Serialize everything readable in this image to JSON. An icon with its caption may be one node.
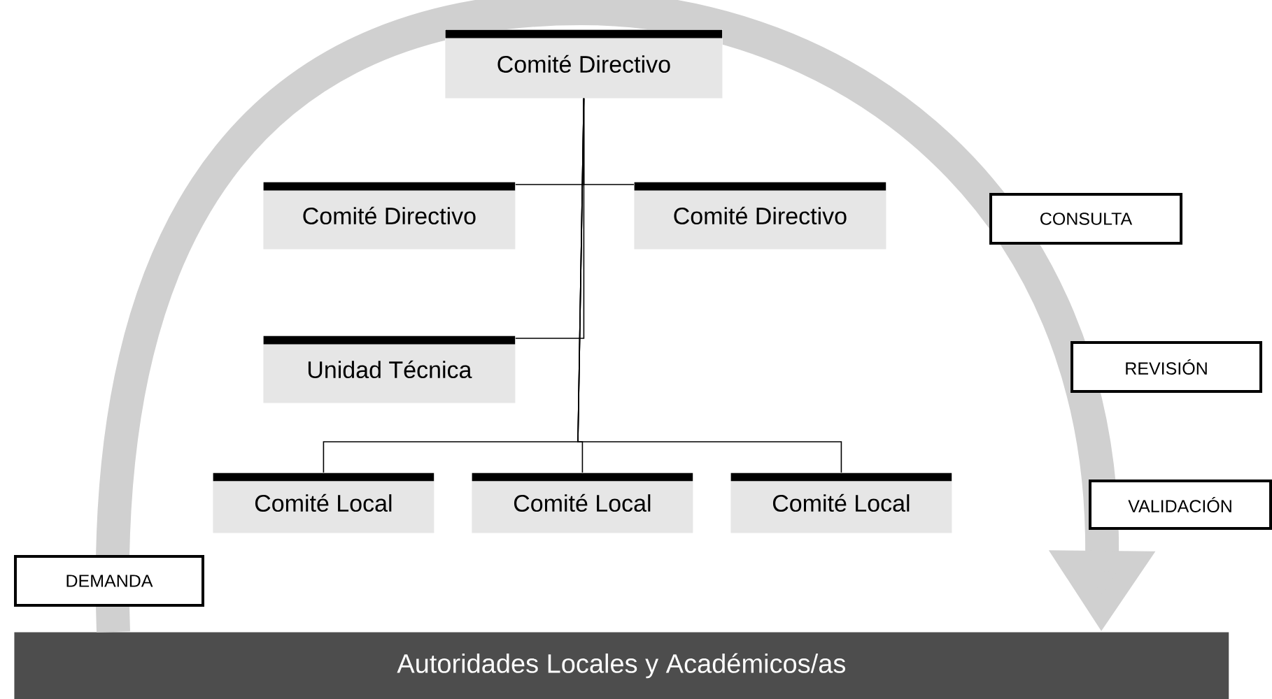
{
  "diagram": {
    "nodes": [
      {
        "text": [
          "Comité Directivo"
        ]
      },
      {
        "text": [
          "Comité Directivo"
        ]
      },
      {
        "text": [
          "Comité Directivo"
        ]
      },
      {
        "text": [
          "Unidad Técnica"
        ]
      },
      {
        "text": [
          "Comité Local"
        ]
      },
      {
        "text": [
          "Comité Local"
        ]
      },
      {
        "text": [
          "Comité Local"
        ]
      },
      {
        "text": [
          "Autoridades Locales y Académicos/as"
        ]
      }
    ],
    "labels": [
      "DEMANDA",
      "CONSULTA",
      "REVISIÓN",
      "VALIDACIÓN"
    ],
    "edges": [
      {
        "from": 0,
        "to": 1,
        "arrow": "none"
      },
      {
        "from": 0,
        "to": 2,
        "arrow": "none"
      },
      {
        "from": 0,
        "to": 3,
        "arrow": "none"
      },
      {
        "from": 0,
        "to": 4,
        "arrow": "none"
      },
      {
        "from": 0,
        "to": 5,
        "arrow": "none"
      },
      {
        "from": 0,
        "to": 6,
        "arrow": "none"
      },
      {
        "from": 7,
        "to": 7,
        "arrow": "to",
        "style": "thick",
        "color": "#d0d0d0"
      }
    ]
  }
}
